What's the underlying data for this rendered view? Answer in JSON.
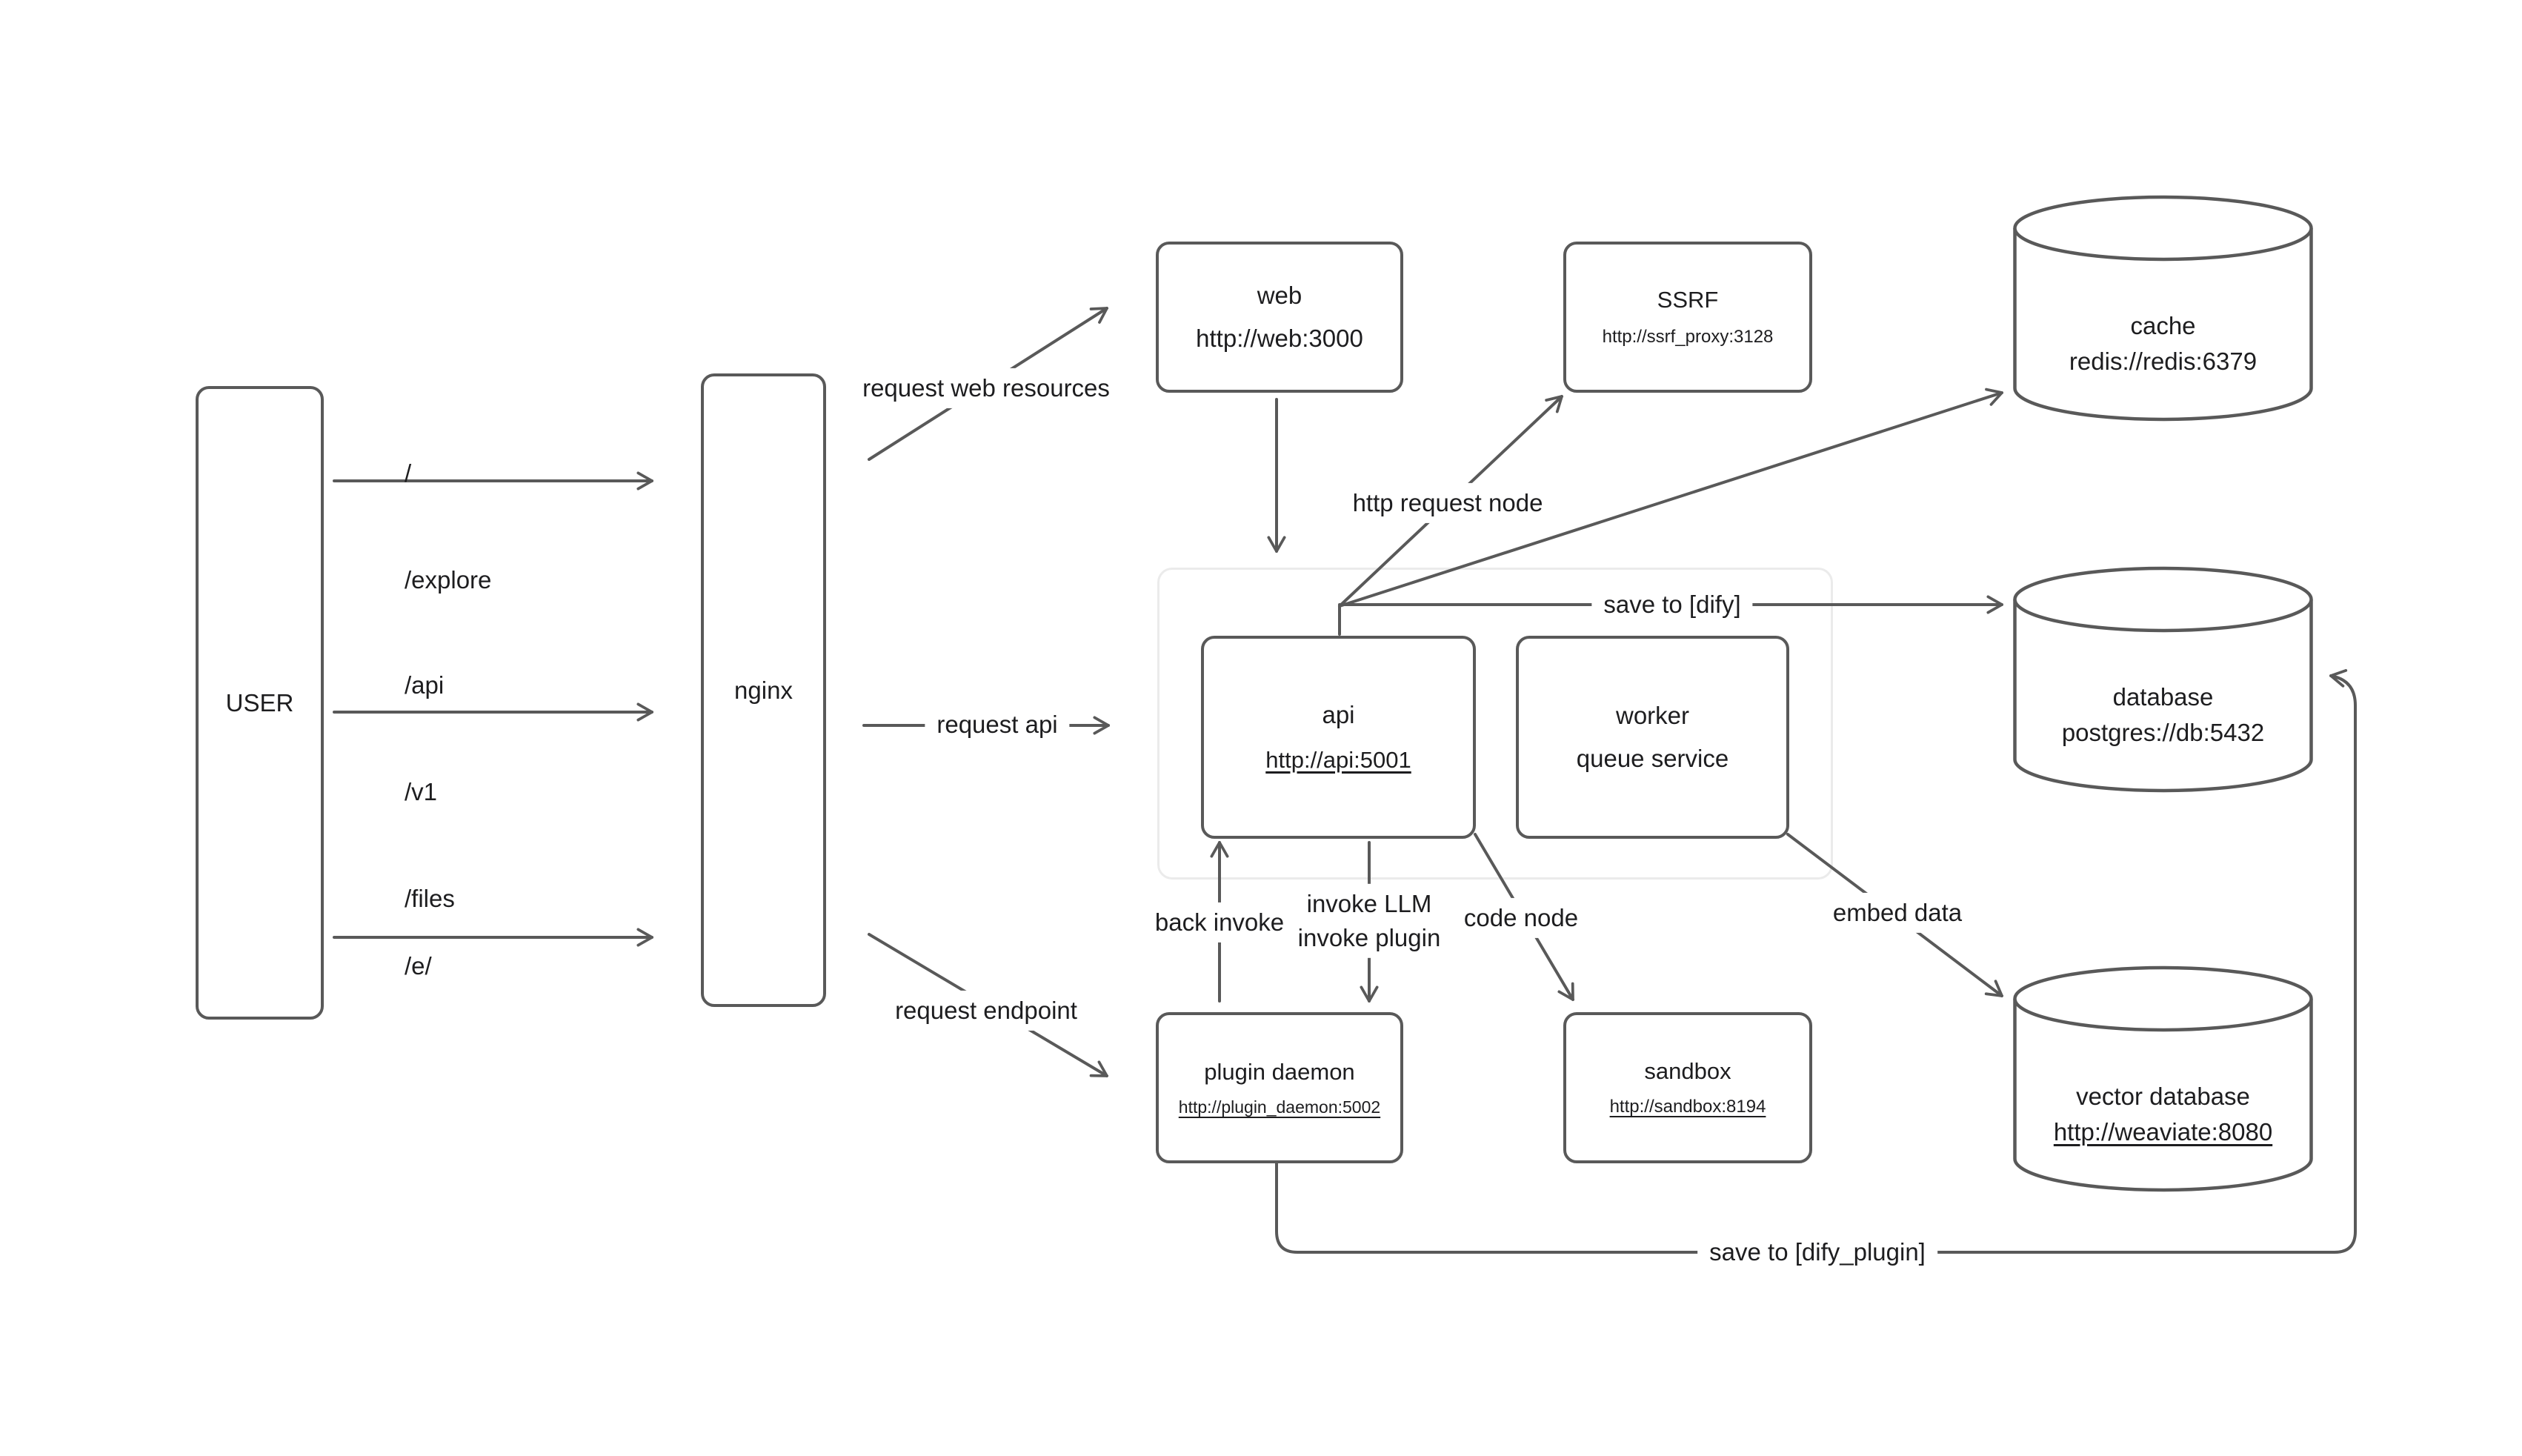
{
  "nodes": {
    "user": {
      "label": "USER"
    },
    "nginx": {
      "label": "nginx"
    },
    "web": {
      "title": "web",
      "url": "http://web:3000"
    },
    "ssrf": {
      "title": "SSRF",
      "url": "http://ssrf_proxy:3128"
    },
    "cache": {
      "title": "cache",
      "url": "redis://redis:6379"
    },
    "api": {
      "title": "api",
      "url": "http://api:5001"
    },
    "worker": {
      "title": "worker",
      "subtitle": "queue service"
    },
    "database": {
      "title": "database",
      "url": "postgres://db:5432"
    },
    "plugin_daemon": {
      "title": "plugin daemon",
      "url": "http://plugin_daemon:5002"
    },
    "sandbox": {
      "title": "sandbox",
      "url": "http://sandbox:8194"
    },
    "vector_database": {
      "title": "vector database",
      "url": "http://weaviate:8080"
    }
  },
  "labels": {
    "user_top": [
      "/",
      "/explore"
    ],
    "user_mid": [
      "/api",
      "/v1",
      "/files"
    ],
    "user_bot": [
      "/e/"
    ]
  },
  "edge_labels": {
    "request_web": "request web resources",
    "request_api": "request api",
    "request_endpoint": "request endpoint",
    "http_request_node": "http request node",
    "save_to_dify": "save to [dify]",
    "back_invoke": "back invoke",
    "invoke_llm": "invoke LLM",
    "invoke_plugin": "invoke plugin",
    "code_node": "code node",
    "embed_data": "embed data",
    "save_to_dify_plugin": "save to [dify_plugin]"
  },
  "colors": {
    "stroke": "#595959",
    "text": "#1d1d1f",
    "group_border": "#ebebeb",
    "background": "#ffffff"
  }
}
